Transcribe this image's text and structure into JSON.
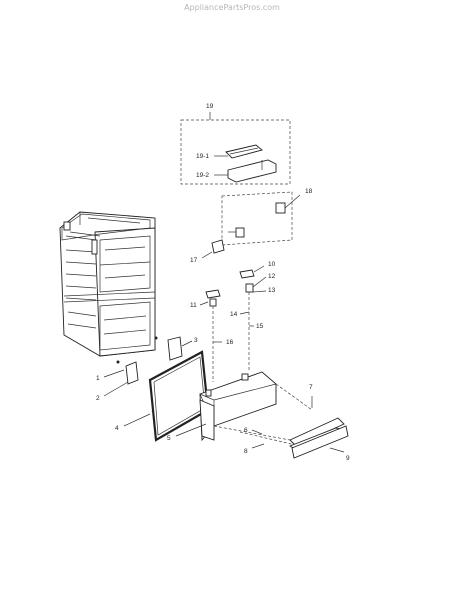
{
  "watermark": "AppliancePartsPros.com",
  "callouts": {
    "c1": "1",
    "c2": "2",
    "c3": "3",
    "c4": "4",
    "c5": "5",
    "c6": "6",
    "c7": "7",
    "c8": "8",
    "c9": "9",
    "c10": "10",
    "c11": "11",
    "c12": "12",
    "c13": "13",
    "c14": "14",
    "c15": "15",
    "c16": "16",
    "c17": "17",
    "c18": "18",
    "c19": "19",
    "c19_1": "19-1",
    "c19_2": "19-2"
  }
}
